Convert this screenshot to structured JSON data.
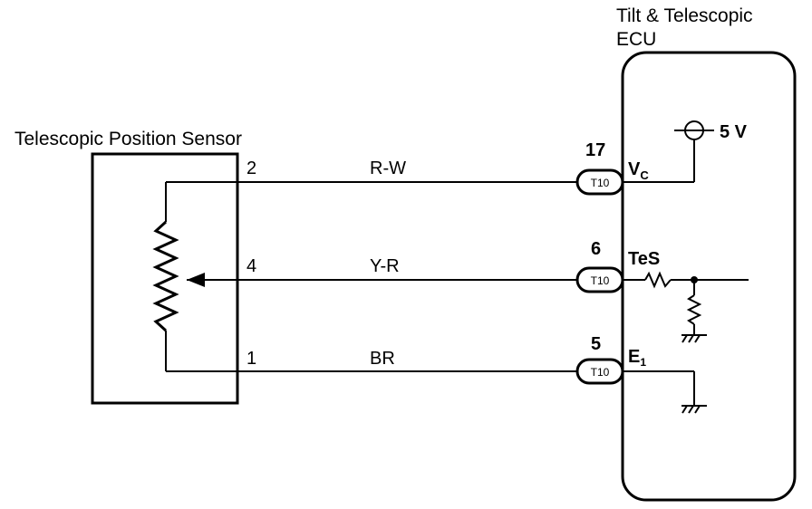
{
  "ecu": {
    "title_line1": "Tilt & Telescopic",
    "title_line2": "ECU",
    "supply_label": "5 V"
  },
  "sensor": {
    "title": "Telescopic Position Sensor"
  },
  "circuits": [
    {
      "sensor_pin": "2",
      "wire_color": "R-W",
      "ecu_pin": "17",
      "connector": "T10",
      "terminal": "V",
      "terminal_sub": "C"
    },
    {
      "sensor_pin": "4",
      "wire_color": "Y-R",
      "ecu_pin": "6",
      "connector": "T10",
      "terminal": "TeS",
      "terminal_sub": ""
    },
    {
      "sensor_pin": "1",
      "wire_color": "BR",
      "ecu_pin": "5",
      "connector": "T10",
      "terminal": "E",
      "terminal_sub": "1"
    }
  ]
}
